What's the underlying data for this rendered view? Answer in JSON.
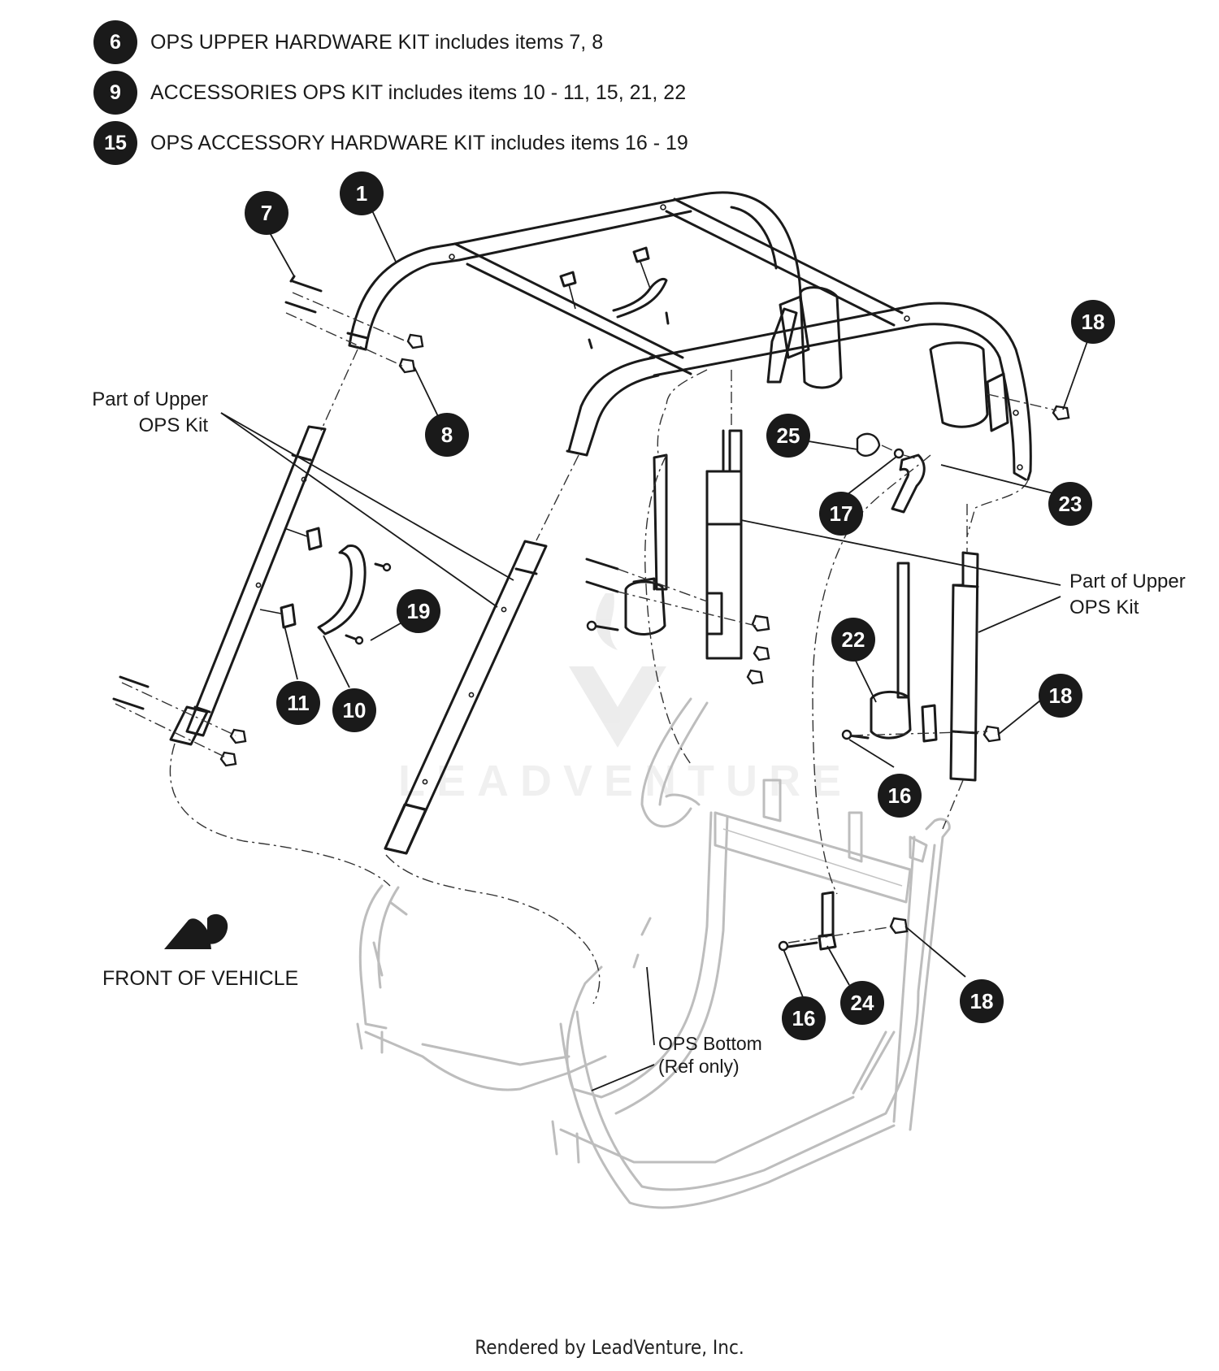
{
  "kits": [
    {
      "badge": "6",
      "text": "OPS UPPER HARDWARE KIT includes items 7, 8"
    },
    {
      "badge": "9",
      "text": "ACCESSORIES OPS KIT includes items 10 - 11, 15, 21, 22"
    },
    {
      "badge": "15",
      "text": "OPS ACCESSORY HARDWARE KIT includes items 16 - 19"
    }
  ],
  "callouts": {
    "upper_ops_left_1": "Part of Upper",
    "upper_ops_left_2": "OPS Kit",
    "upper_ops_right_1": "Part of Upper",
    "upper_ops_right_2": "OPS Kit",
    "front_of_vehicle": "FRONT OF VEHICLE",
    "ops_bottom_1": "OPS Bottom",
    "ops_bottom_2": "(Ref only)"
  },
  "item_badges": [
    {
      "label": "1"
    },
    {
      "label": "7"
    },
    {
      "label": "8"
    },
    {
      "label": "18"
    },
    {
      "label": "25"
    },
    {
      "label": "17"
    },
    {
      "label": "23"
    },
    {
      "label": "19"
    },
    {
      "label": "11"
    },
    {
      "label": "10"
    },
    {
      "label": "22"
    },
    {
      "label": "18"
    },
    {
      "label": "16"
    },
    {
      "label": "24"
    },
    {
      "label": "18"
    },
    {
      "label": "16"
    }
  ],
  "watermark": "LEADVENTURE",
  "footer": "Rendered by LeadVenture, Inc."
}
